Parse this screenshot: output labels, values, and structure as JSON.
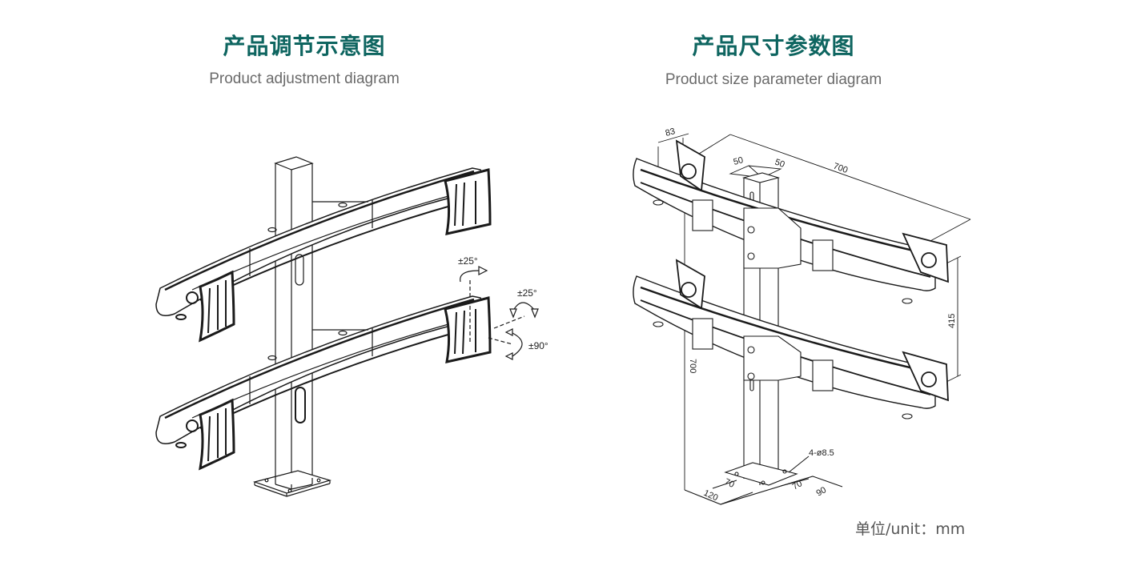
{
  "left_panel": {
    "title_cn": "产品调节示意图",
    "title_en": "Product adjustment diagram",
    "angle_labels": {
      "swivel": "±25°",
      "tilt": "±25°",
      "rotate": "±90°"
    }
  },
  "right_panel": {
    "title_cn": "产品尺寸参数图",
    "title_en": "Product size parameter diagram",
    "dimensions": {
      "plate_width": "83",
      "post_w": "50",
      "post_d": "50",
      "arm_length": "700",
      "arm_spacing": "415",
      "height": "700",
      "holes": "4-ø8.5",
      "base_hole_w": "70",
      "base_hole_d": "70",
      "base_w": "120",
      "base_d": "90"
    }
  },
  "unit_label": "单位/unit：mm",
  "colors": {
    "title": "#0e6560",
    "subtitle": "#6a6a6a",
    "line": "#1a1a1a"
  }
}
